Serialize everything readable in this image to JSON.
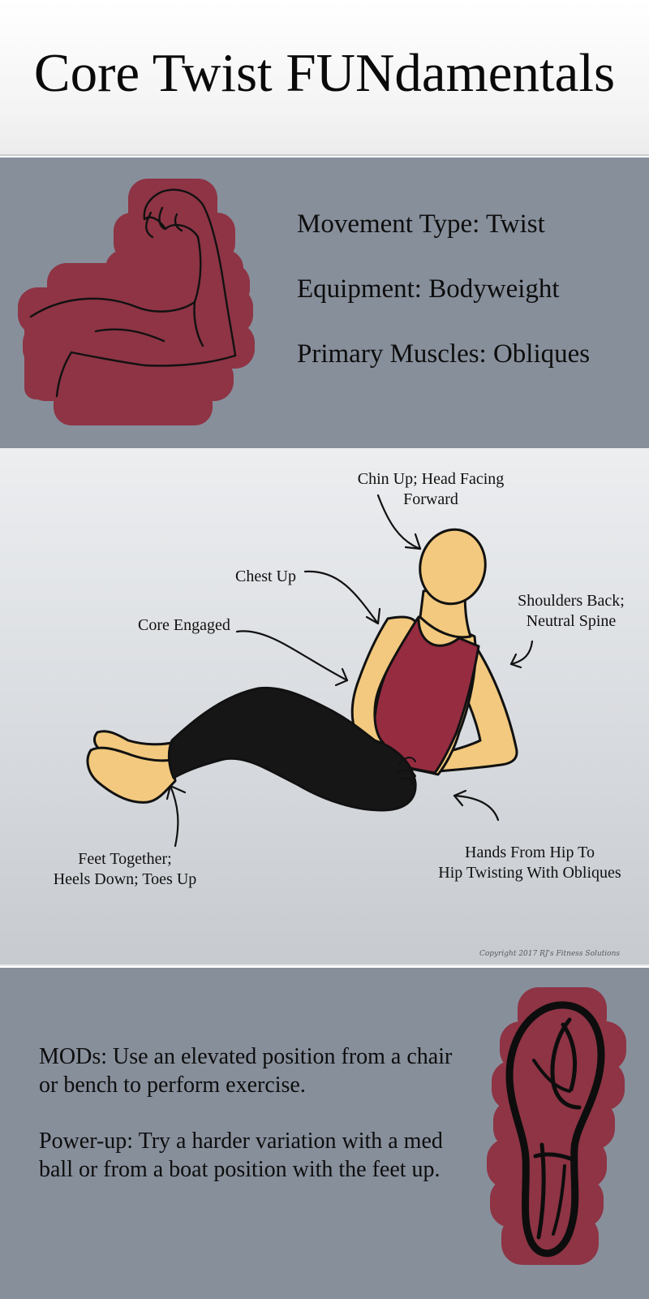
{
  "title": "Core Twist FUNdamentals",
  "info": {
    "movement_type": "Movement Type: Twist",
    "equipment": "Equipment: Bodyweight",
    "primary_muscles": "Primary Muscles: Obliques",
    "icon": "flexed-bicep-icon",
    "accent_color": "#8e3444"
  },
  "diagram": {
    "callouts": {
      "chin": [
        "Chin Up; Head Facing",
        "Forward"
      ],
      "chest": "Chest Up",
      "core": "Core Engaged",
      "shoulders": [
        "Shoulders Back;",
        "Neutral Spine"
      ],
      "feet": [
        "Feet Together;",
        "Heels Down; Toes Up"
      ],
      "hands": [
        "Hands From Hip To",
        "Hip Twisting With Obliques"
      ]
    },
    "copyright": "Copyright 2017 RJ's Fitness Solutions",
    "colors": {
      "skin": "#f2c97e",
      "top": "#962c40",
      "pants": "#161616"
    }
  },
  "tips": {
    "mods": "MODs: Use an elevated position from a chair or bench to perform exercise.",
    "power_up": "Power-up: Try a harder variation with a med ball or from a boat position with the feet up.",
    "icon": "shoe-sole-icon"
  }
}
